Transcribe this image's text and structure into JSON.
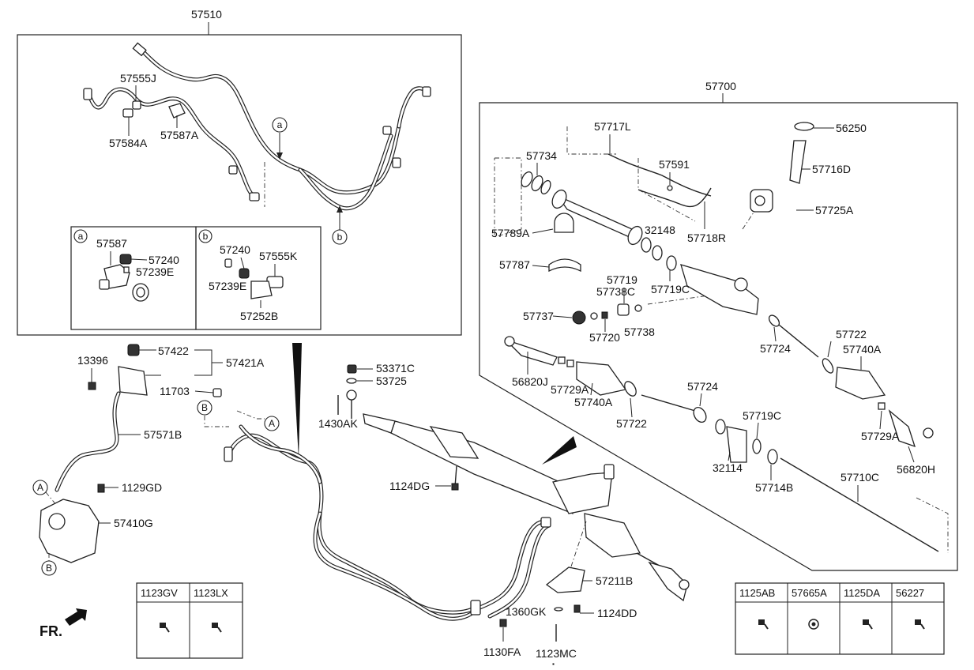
{
  "labels": {
    "l57510": "57510",
    "l57555J": "57555J",
    "l57584A": "57584A",
    "l57587A": "57587A",
    "l57587": "57587",
    "l57240a": "57240",
    "l57239Ea": "57239E",
    "l57240b": "57240",
    "l57555K": "57555K",
    "l57239Eb": "57239E",
    "l57252B": "57252B",
    "l57700": "57700",
    "l57717L": "57717L",
    "l56250": "56250",
    "l57734": "57734",
    "l57591": "57591",
    "l57716D": "57716D",
    "l57725A": "57725A",
    "l57789A": "57789A",
    "l32148": "32148",
    "l57718R": "57718R",
    "l57787": "57787",
    "l57719": "57719",
    "l57738C": "57738C",
    "l57719Ca": "57719C",
    "l57737": "57737",
    "l57720": "57720",
    "l57738": "57738",
    "l57722a": "57722",
    "l57740Aa": "57740A",
    "l57724a": "57724",
    "l56820J": "56820J",
    "l57729Aa": "57729A",
    "l57740Ab": "57740A",
    "l57722b": "57722",
    "l57724b": "57724",
    "l57719Cb": "57719C",
    "l32114": "32114",
    "l57714B": "57714B",
    "l57710C": "57710C",
    "l57729Ab": "57729A",
    "l56820H": "56820H",
    "l57422": "57422",
    "l57421A": "57421A",
    "l13396": "13396",
    "l11703": "11703",
    "l57571B": "57571B",
    "l1129GD": "1129GD",
    "l57410G": "57410G",
    "l53371C": "53371C",
    "l53725": "53725",
    "l1430AK": "1430AK",
    "l1124DG": "1124DG",
    "l57211B": "57211B",
    "l1360GK": "1360GK",
    "l1124DD": "1124DD",
    "l1130FA": "1130FA",
    "l1123MC": "1123MC",
    "fr": "FR."
  },
  "callouts": {
    "a_top": "a",
    "b_top": "b",
    "a_inset": "a",
    "b_inset": "b",
    "A_left": "A",
    "B_left": "B",
    "B_mid": "B",
    "A_mid": "A"
  },
  "table_left": {
    "headers": [
      "1123GV",
      "1123LX"
    ]
  },
  "table_right": {
    "headers": [
      "1125AB",
      "57665A",
      "1125DA",
      "56227"
    ]
  }
}
